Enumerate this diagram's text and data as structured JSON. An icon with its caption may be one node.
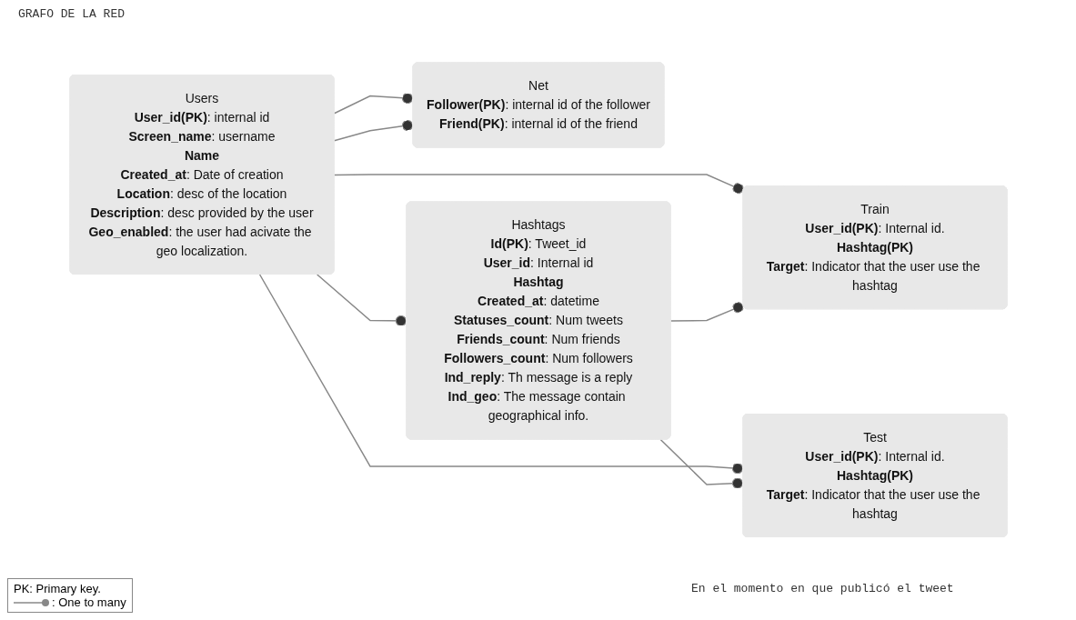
{
  "diagram": {
    "nodes": [
      {
        "text": [
          "Net",
          "**Follower(PK)**: internal id of the follower",
          "**Friend(PK)**: internal id of the friend"
        ]
      },
      {
        "text": [
          "Users",
          "**User_id(PK)**: internal id",
          "**Screen_name**: username",
          "**Name**",
          "**Created_at**: Date of creation",
          "**Location**: desc of the location",
          "**Description**: desc provided by the user",
          "**Geo_enabled**: the user had acivate the geo localization."
        ]
      },
      {
        "text": [
          "Train",
          "**User_id(PK)**: Internal id.",
          "**Hashtag(PK)**",
          "**Target**: Indicator that the user use the hashtag"
        ]
      },
      {
        "text": [
          "Hashtags",
          "**Id(PK)**: Tweet_id",
          "**User_id**: Internal id",
          "**Hashtag**",
          "**Created_at**: datetime",
          "**Statuses_count**: Num tweets",
          "**Friends_count**: Num friends",
          "**Followers_count**: Num followers",
          "**Ind_reply**: Th message is a reply",
          "**Ind_geo**: The message contain geographical info."
        ]
      },
      {
        "text": [
          "Test",
          "**User_id(PK)**: Internal id.",
          "**Hashtag(PK)**",
          "**Target**: Indicator that the user use the hashtag"
        ]
      }
    ],
    "edges": [
      {
        "from": 1,
        "to": 0,
        "arrow": "other"
      },
      {
        "from": 1,
        "to": 0,
        "arrow": "other"
      },
      {
        "from": 1,
        "to": 3,
        "arrow": "other"
      },
      {
        "from": 1,
        "to": 2,
        "arrow": "other"
      },
      {
        "from": 1,
        "to": 4,
        "arrow": "other"
      },
      {
        "from": 3,
        "to": 2,
        "arrow": "other"
      },
      {
        "from": 3,
        "to": 4,
        "arrow": "other"
      }
    ],
    "labels": [
      "GRAFO DE LA RED",
      "En el momento en que publicó el tweet",
      "PK: Primary key."
    ],
    "legend": [
      {
        "text": ": One to many"
      }
    ]
  }
}
